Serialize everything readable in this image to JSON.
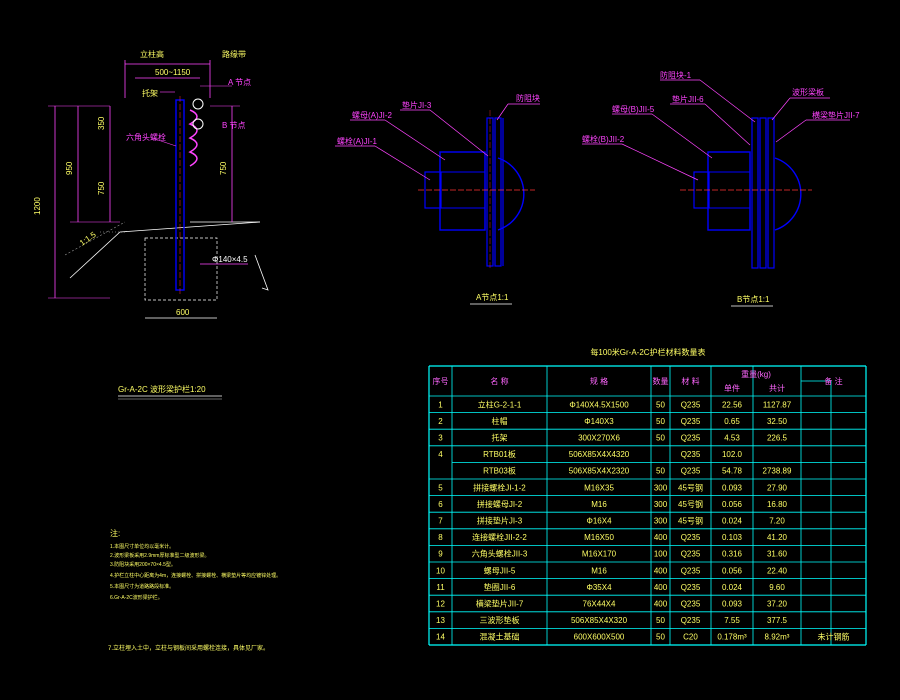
{
  "elevation": {
    "label_post": "立柱高",
    "label_beam": "路缘带",
    "dim_top": "500~1150",
    "label_bracket": "托架",
    "label_a": "A 节点",
    "label_b": "B 节点",
    "label_plate": "六角头螺栓",
    "dim_depth": "1200",
    "dim_h1": "950",
    "dim_h2": "750",
    "dim_h3": "350",
    "dim_h4": "1:1.5",
    "dim_bottom": "600",
    "post_note": "Φ140×4.5",
    "caption": "Gr-A-2C 波形梁护栏1:20"
  },
  "detail_a": {
    "caption": "A节点1:1",
    "callouts": [
      "垫片JI-3",
      "防阻块",
      "螺母(A)JI-2",
      "螺栓(A)JI-1"
    ]
  },
  "detail_b": {
    "caption": "B节点1:1",
    "callouts": [
      "防阻块-1",
      "垫片JII-6",
      "螺母(B)JII-5",
      "波形梁板",
      "螺栓(B)JII-2",
      "横梁垫片JII-7"
    ]
  },
  "notes": {
    "title": "注:",
    "lines": [
      "1.本图尺寸单位均以毫米计。",
      "2.波形梁板采用2.9mm厚标准型二级波形梁。",
      "3.防阻块采用200×70×4.5型。",
      "4.护栏立柱中心距离为4m，连接螺栓、拼接螺栓、横梁垫片等均应镀锌处理。",
      "5.本图尺寸为道路路段标准。",
      "6.Gr-A-2C波形梁护栏。"
    ],
    "last": "7.立柱埋入土中，立柱与钢板间采用螺栓连接，具体见厂家。"
  },
  "table": {
    "title": "每100米Gr-A-2C护栏材料数量表",
    "headers": {
      "no": "序号",
      "name": "名 称",
      "spec": "规 格",
      "qty": "数量",
      "material": "材 料",
      "weight": "重量(kg)",
      "unit_w": "单件",
      "total_w": "共计",
      "remark": "备 注"
    },
    "rows": [
      {
        "no": "1",
        "name": "立柱G-2-1-1",
        "spec": "Φ140X4.5X1500",
        "qty": "50",
        "material": "Q235",
        "unit": "22.56",
        "total": "1127.87",
        "remark": ""
      },
      {
        "no": "2",
        "name": "柱帽",
        "spec": "Φ140X3",
        "qty": "50",
        "material": "Q235",
        "unit": "0.65",
        "total": "32.50",
        "remark": ""
      },
      {
        "no": "3",
        "name": "托架",
        "spec": "300X270X6",
        "qty": "50",
        "material": "Q235",
        "unit": "4.53",
        "total": "226.5",
        "remark": ""
      },
      {
        "no": "4",
        "name": "RTB01板",
        "spec": "506X85X4X4320",
        "qty": "",
        "material": "Q235",
        "unit": "102.0",
        "total": "",
        "remark": ""
      },
      {
        "no": "",
        "name": "RTB03板",
        "spec": "506X85X4X2320",
        "qty": "50",
        "material": "Q235",
        "unit": "54.78",
        "total": "2738.89",
        "remark": ""
      },
      {
        "no": "5",
        "name": "拼接螺栓JI-1-2",
        "spec": "M16X35",
        "qty": "300",
        "material": "45号钢",
        "unit": "0.093",
        "total": "27.90",
        "remark": ""
      },
      {
        "no": "6",
        "name": "拼接螺母JI-2",
        "spec": "M16",
        "qty": "300",
        "material": "45号钢",
        "unit": "0.056",
        "total": "16.80",
        "remark": ""
      },
      {
        "no": "7",
        "name": "拼接垫片JI-3",
        "spec": "Φ16X4",
        "qty": "300",
        "material": "45号钢",
        "unit": "0.024",
        "total": "7.20",
        "remark": ""
      },
      {
        "no": "8",
        "name": "连接螺栓JII-2-2",
        "spec": "M16X50",
        "qty": "400",
        "material": "Q235",
        "unit": "0.103",
        "total": "41.20",
        "remark": ""
      },
      {
        "no": "9",
        "name": "六角头螺栓JII-3",
        "spec": "M16X170",
        "qty": "100",
        "material": "Q235",
        "unit": "0.316",
        "total": "31.60",
        "remark": ""
      },
      {
        "no": "10",
        "name": "螺母JII-5",
        "spec": "M16",
        "qty": "400",
        "material": "Q235",
        "unit": "0.056",
        "total": "22.40",
        "remark": ""
      },
      {
        "no": "11",
        "name": "垫圈JII-6",
        "spec": "Φ35X4",
        "qty": "400",
        "material": "Q235",
        "unit": "0.024",
        "total": "9.60",
        "remark": ""
      },
      {
        "no": "12",
        "name": "横梁垫片JII-7",
        "spec": "76X44X4",
        "qty": "400",
        "material": "Q235",
        "unit": "0.093",
        "total": "37.20",
        "remark": ""
      },
      {
        "no": "13",
        "name": "三波形垫板",
        "spec": "506X85X4X320",
        "qty": "50",
        "material": "Q235",
        "unit": "7.55",
        "total": "377.5",
        "remark": ""
      },
      {
        "no": "14",
        "name": "混凝土基础",
        "spec": "600X600X500",
        "qty": "50",
        "material": "C20",
        "unit": "0.178m³",
        "total": "8.92m³",
        "remark": "未计钢筋"
      }
    ]
  },
  "colors": {
    "bg": "#000000",
    "dim": "#ff44ff",
    "text": "#ffff66",
    "steel": "#0000ff",
    "cyan": "#00ffff",
    "center": "#ff3333",
    "white": "#ffffff"
  }
}
